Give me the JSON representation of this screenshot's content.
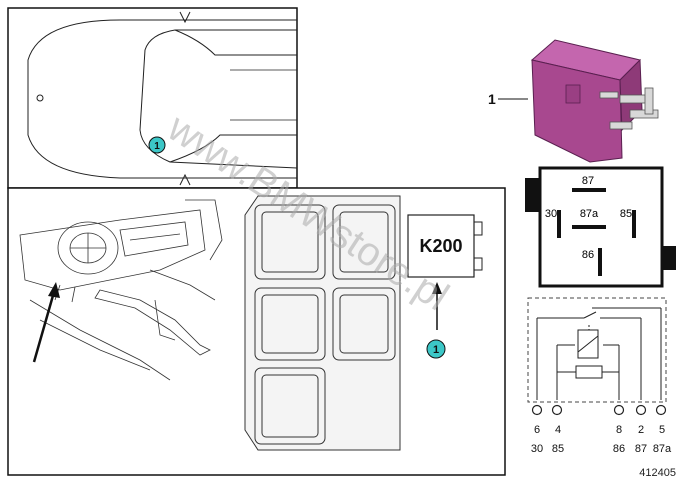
{
  "callout_top": "1",
  "callout_bottom": "1",
  "part_label": "1",
  "relay_code": "K200",
  "relay_pins": {
    "p87": "87",
    "p30": "30",
    "p87a": "87a",
    "p85": "85",
    "p86": "86"
  },
  "schematic": {
    "top": [
      "6",
      "4",
      "8",
      "2",
      "5"
    ],
    "bottom": [
      "30",
      "85",
      "86",
      "87",
      "87a"
    ]
  },
  "watermark": "www.BMWstore.pl",
  "figure_number": "412405",
  "colors": {
    "relay_body": "#a8488f",
    "callout_fill": "#3cc7c7",
    "line": "#111111",
    "watermark": "#b0b0b0"
  }
}
